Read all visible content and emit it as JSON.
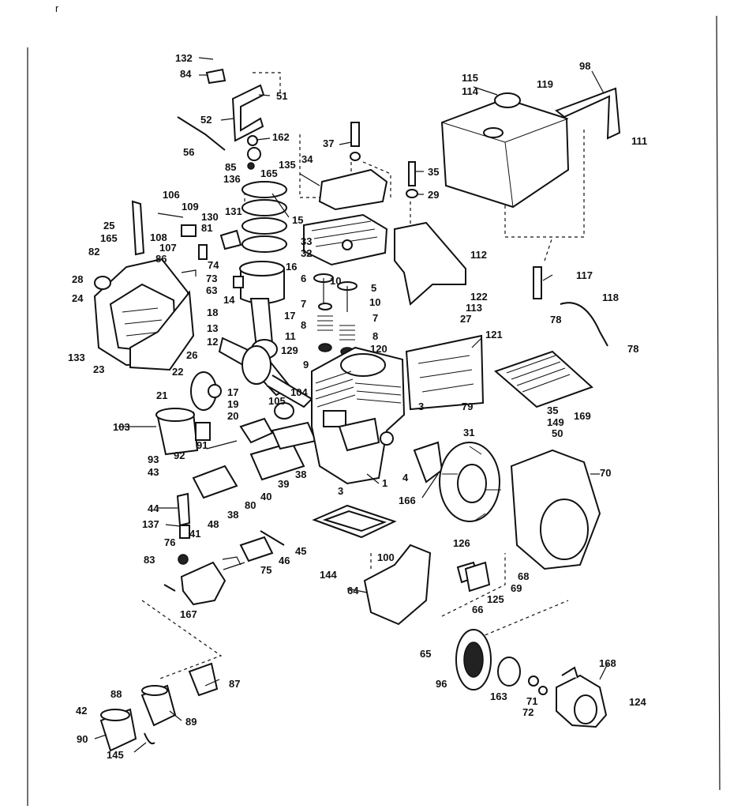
{
  "corner_mark": "r",
  "parts": [
    {
      "key": "p132",
      "text": "132"
    },
    {
      "key": "p84",
      "text": "84"
    },
    {
      "key": "p51",
      "text": "51"
    },
    {
      "key": "p52",
      "text": "52"
    },
    {
      "key": "p162",
      "text": "162"
    },
    {
      "key": "p56",
      "text": "56"
    },
    {
      "key": "p85",
      "text": "85"
    },
    {
      "key": "p165a",
      "text": "165"
    },
    {
      "key": "p135",
      "text": "135"
    },
    {
      "key": "p136",
      "text": "136"
    },
    {
      "key": "p34",
      "text": "34"
    },
    {
      "key": "p37",
      "text": "37"
    },
    {
      "key": "p15",
      "text": "15"
    },
    {
      "key": "p106",
      "text": "106"
    },
    {
      "key": "p109",
      "text": "109"
    },
    {
      "key": "p130",
      "text": "130"
    },
    {
      "key": "p131",
      "text": "131"
    },
    {
      "key": "p81",
      "text": "81"
    },
    {
      "key": "p25",
      "text": "25"
    },
    {
      "key": "p165b",
      "text": "165"
    },
    {
      "key": "p108",
      "text": "108"
    },
    {
      "key": "p107",
      "text": "107"
    },
    {
      "key": "p82",
      "text": "82"
    },
    {
      "key": "p86",
      "text": "86"
    },
    {
      "key": "p74",
      "text": "74"
    },
    {
      "key": "p73",
      "text": "73"
    },
    {
      "key": "p63",
      "text": "63"
    },
    {
      "key": "p28",
      "text": "28"
    },
    {
      "key": "p24",
      "text": "24"
    },
    {
      "key": "p14",
      "text": "14"
    },
    {
      "key": "p33",
      "text": "33"
    },
    {
      "key": "p32",
      "text": "32"
    },
    {
      "key": "p16",
      "text": "16"
    },
    {
      "key": "p6",
      "text": "6"
    },
    {
      "key": "p10a",
      "text": "10"
    },
    {
      "key": "p5",
      "text": "5"
    },
    {
      "key": "p7a",
      "text": "7"
    },
    {
      "key": "p10b",
      "text": "10"
    },
    {
      "key": "p7b",
      "text": "7"
    },
    {
      "key": "p8a",
      "text": "8"
    },
    {
      "key": "p8b",
      "text": "8"
    },
    {
      "key": "p9",
      "text": "9"
    },
    {
      "key": "p18",
      "text": "18"
    },
    {
      "key": "p17",
      "text": "17"
    },
    {
      "key": "p13",
      "text": "13"
    },
    {
      "key": "p11",
      "text": "11"
    },
    {
      "key": "p12",
      "text": "12"
    },
    {
      "key": "p129",
      "text": "129"
    },
    {
      "key": "p133",
      "text": "133"
    },
    {
      "key": "p23",
      "text": "23"
    },
    {
      "key": "p26",
      "text": "26"
    },
    {
      "key": "p22",
      "text": "22"
    },
    {
      "key": "p21",
      "text": "21"
    },
    {
      "key": "p17b",
      "text": "17"
    },
    {
      "key": "p19",
      "text": "19"
    },
    {
      "key": "p20",
      "text": "20"
    },
    {
      "key": "p104",
      "text": "104"
    },
    {
      "key": "p105",
      "text": "105"
    },
    {
      "key": "p103",
      "text": "103"
    },
    {
      "key": "p91",
      "text": "91"
    },
    {
      "key": "p92",
      "text": "92"
    },
    {
      "key": "p93",
      "text": "93"
    },
    {
      "key": "p43",
      "text": "43"
    },
    {
      "key": "p44",
      "text": "44"
    },
    {
      "key": "p137",
      "text": "137"
    },
    {
      "key": "p41",
      "text": "41"
    },
    {
      "key": "p38a",
      "text": "38"
    },
    {
      "key": "p38b",
      "text": "38"
    },
    {
      "key": "p40",
      "text": "40"
    },
    {
      "key": "p39",
      "text": "39"
    },
    {
      "key": "p80",
      "text": "80"
    },
    {
      "key": "p48",
      "text": "48"
    },
    {
      "key": "p45",
      "text": "45"
    },
    {
      "key": "p46",
      "text": "46"
    },
    {
      "key": "p75",
      "text": "75"
    },
    {
      "key": "p76",
      "text": "76"
    },
    {
      "key": "p83",
      "text": "83"
    },
    {
      "key": "p167",
      "text": "167"
    },
    {
      "key": "p115",
      "text": "115"
    },
    {
      "key": "p114",
      "text": "114"
    },
    {
      "key": "p119",
      "text": "119"
    },
    {
      "key": "p98",
      "text": "98"
    },
    {
      "key": "p111",
      "text": "111"
    },
    {
      "key": "p35a",
      "text": "35"
    },
    {
      "key": "p29",
      "text": "29"
    },
    {
      "key": "p112",
      "text": "112"
    },
    {
      "key": "p117",
      "text": "117"
    },
    {
      "key": "p122",
      "text": "122"
    },
    {
      "key": "p113",
      "text": "113"
    },
    {
      "key": "p27",
      "text": "27"
    },
    {
      "key": "p118",
      "text": "118"
    },
    {
      "key": "p78a",
      "text": "78"
    },
    {
      "key": "p78b",
      "text": "78"
    },
    {
      "key": "p121",
      "text": "121"
    },
    {
      "key": "p120",
      "text": "120"
    },
    {
      "key": "p169",
      "text": "169"
    },
    {
      "key": "p79",
      "text": "79"
    },
    {
      "key": "p3a",
      "text": "3"
    },
    {
      "key": "p31",
      "text": "31"
    },
    {
      "key": "p35b",
      "text": "35"
    },
    {
      "key": "p149",
      "text": "149"
    },
    {
      "key": "p50",
      "text": "50"
    },
    {
      "key": "p70",
      "text": "70"
    },
    {
      "key": "p4",
      "text": "4"
    },
    {
      "key": "p1",
      "text": "1"
    },
    {
      "key": "p3b",
      "text": "3"
    },
    {
      "key": "p166",
      "text": "166"
    },
    {
      "key": "p100",
      "text": "100"
    },
    {
      "key": "p144",
      "text": "144"
    },
    {
      "key": "p64",
      "text": "64"
    },
    {
      "key": "p65",
      "text": "65"
    },
    {
      "key": "p126",
      "text": "126"
    },
    {
      "key": "p68",
      "text": "68"
    },
    {
      "key": "p69",
      "text": "69"
    },
    {
      "key": "p125",
      "text": "125"
    },
    {
      "key": "p66",
      "text": "66"
    },
    {
      "key": "p96",
      "text": "96"
    },
    {
      "key": "p163",
      "text": "163"
    },
    {
      "key": "p71",
      "text": "71"
    },
    {
      "key": "p72",
      "text": "72"
    },
    {
      "key": "p168",
      "text": "168"
    },
    {
      "key": "p124",
      "text": "124"
    },
    {
      "key": "p88",
      "text": "88"
    },
    {
      "key": "p87",
      "text": "87"
    },
    {
      "key": "p42",
      "text": "42"
    },
    {
      "key": "p89",
      "text": "89"
    },
    {
      "key": "p90",
      "text": "90"
    },
    {
      "key": "p145",
      "text": "145"
    }
  ]
}
